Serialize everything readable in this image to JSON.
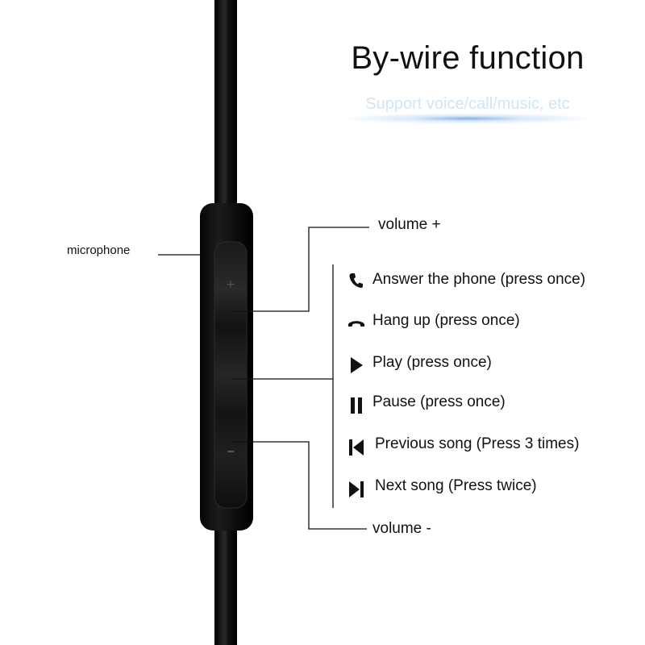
{
  "title": "By-wire function",
  "subtitle": "Support voice/call/music, etc",
  "labels": {
    "microphone": "microphone",
    "volume_up": "volume +",
    "volume_down": "volume -"
  },
  "functions": [
    {
      "icon": "phone-answer-icon",
      "label": "Answer the phone (press once)"
    },
    {
      "icon": "phone-hangup-icon",
      "label": "Hang up (press once)"
    },
    {
      "icon": "play-icon",
      "label": "Play  (press once)"
    },
    {
      "icon": "pause-icon",
      "label": "Pause (press once)"
    },
    {
      "icon": "previous-track-icon",
      "label": "Previous song (Press 3 times)"
    },
    {
      "icon": "next-track-icon",
      "label": "Next song (Press twice)"
    }
  ],
  "colors": {
    "cable": "#0b0b0b",
    "remote_body": "#101010",
    "subtitle": "#cfe6f6",
    "glow": "#5a96e6"
  }
}
